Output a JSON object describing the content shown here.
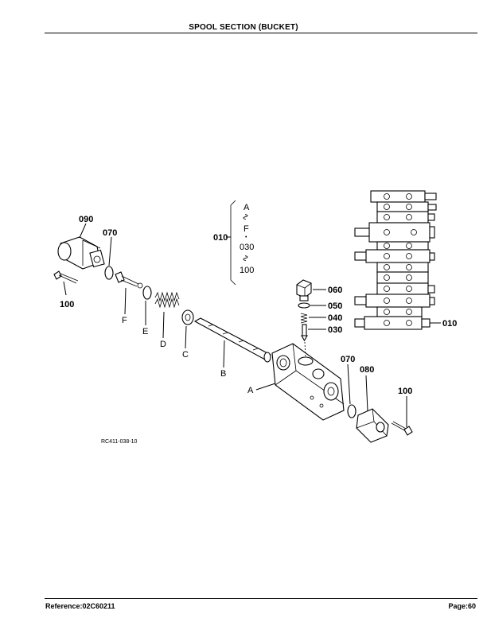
{
  "header": {
    "title": "SPOOL SECTION (BUCKET)"
  },
  "footer": {
    "reference": "Reference:02C60211",
    "page": "Page:60"
  },
  "diagram": {
    "figure_code": "RC411-038-10",
    "part_numbers": {
      "p090": "090",
      "p070_left": "070",
      "p100_left": "100",
      "p010_group": "010",
      "p060": "060",
      "p050": "050",
      "p040": "040",
      "p030": "030",
      "p070_right": "070",
      "p080": "080",
      "p100_right": "100",
      "p010_stack": "010"
    },
    "letters": {
      "a": "A",
      "b": "B",
      "c": "C",
      "d": "D",
      "e": "E",
      "f": "F"
    },
    "group_bracket": {
      "top": "A",
      "tilde1": "∿",
      "mid": "F",
      "dot": "•",
      "code1": "030",
      "tilde2": "∿",
      "code2": "100"
    }
  }
}
